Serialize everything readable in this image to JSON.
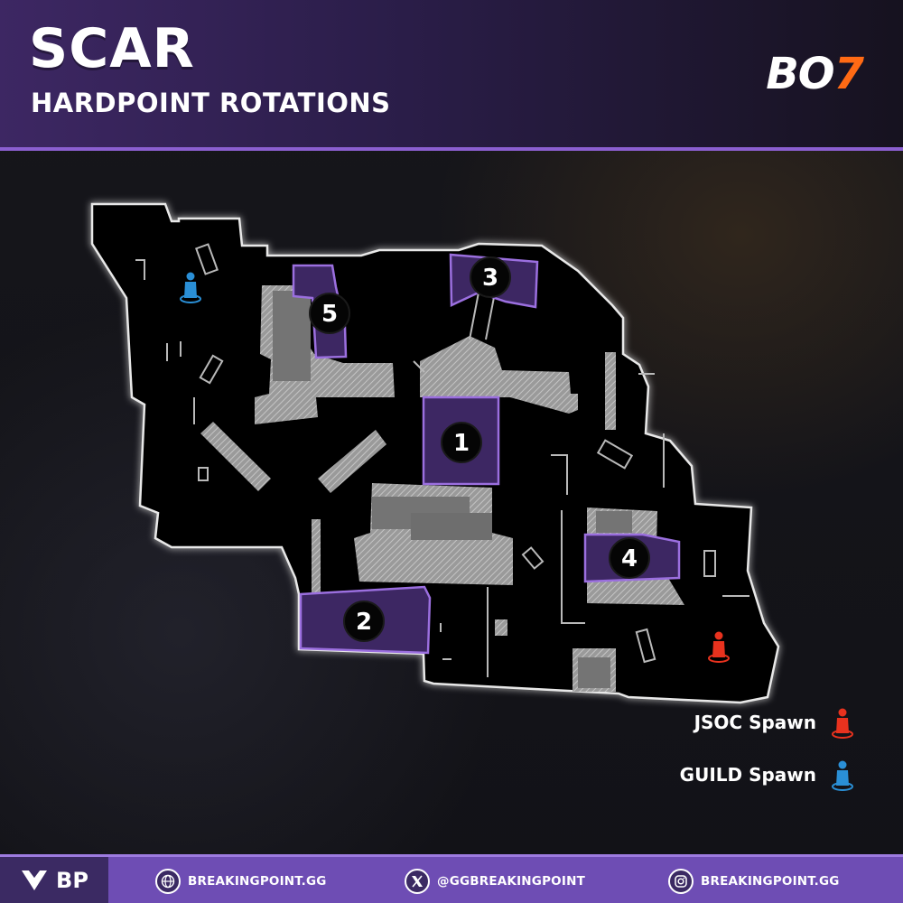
{
  "header": {
    "map_name": "SCAR",
    "mode": "HARDPOINT ROTATIONS",
    "game_logo": {
      "main": "BO",
      "accent": "7"
    }
  },
  "map": {
    "hardpoints": [
      {
        "number": "1"
      },
      {
        "number": "2"
      },
      {
        "number": "3"
      },
      {
        "number": "4"
      },
      {
        "number": "5"
      }
    ],
    "spawns": [
      {
        "team": "JSOC",
        "color": "#e8321e"
      },
      {
        "team": "GUILD",
        "color": "#2a8fd6"
      }
    ]
  },
  "legend": {
    "jsoc_label": "JSOC Spawn",
    "guild_label": "GUILD Spawn"
  },
  "footer": {
    "brand": "BP",
    "website": "BREAKINGPOINT.GG",
    "x_handle": "@GGBREAKINGPOINT",
    "instagram": "BREAKINGPOINT.GG"
  },
  "colors": {
    "accent_purple": "#8b5fd0",
    "hardpoint_fill": "#3d2763",
    "logo_accent": "#ff6a14"
  }
}
